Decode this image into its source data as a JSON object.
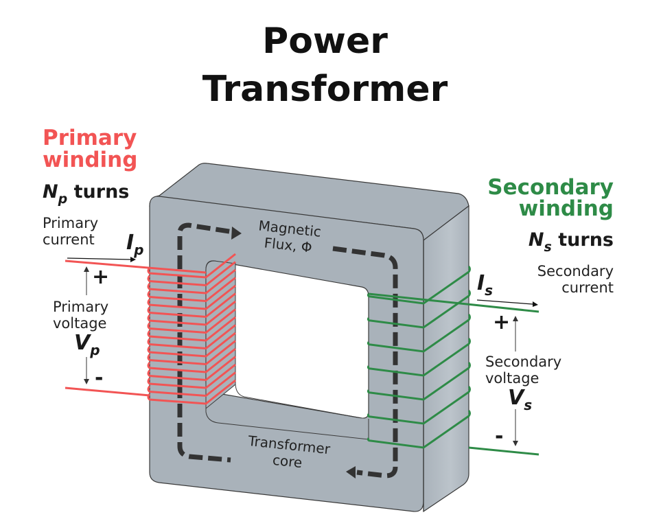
{
  "title": {
    "line1": "Power",
    "line2": "Transformer"
  },
  "primary": {
    "heading_line1": "Primary",
    "heading_line2": "winding",
    "turns_symbol": "N",
    "turns_sub": "p",
    "turns_text": "turns",
    "current_label_line1": "Primary",
    "current_label_line2": "current",
    "current_symbol": "I",
    "current_sub": "p",
    "voltage_label_line1": "Primary",
    "voltage_label_line2": "voltage",
    "voltage_symbol": "V",
    "voltage_sub": "p",
    "plus": "+",
    "minus": "-",
    "color": "#f25454",
    "coil_turns_drawn": 17
  },
  "secondary": {
    "heading_line1": "Secondary",
    "heading_line2": "winding",
    "turns_symbol": "N",
    "turns_sub": "s",
    "turns_text": "turns",
    "current_label_line1": "Secondary",
    "current_label_line2": "current",
    "current_symbol": "I",
    "current_sub": "s",
    "voltage_label_line1": "Secondary",
    "voltage_label_line2": "voltage",
    "voltage_symbol": "V",
    "voltage_sub": "s",
    "plus": "+",
    "minus": "-",
    "color": "#2e8b47",
    "coil_turns_drawn": 7
  },
  "core": {
    "flux_label_line1": "Magnetic",
    "flux_label_line2": "Flux, Φ",
    "core_label_line1": "Transformer",
    "core_label_line2": "core",
    "color": "#a9b2ba"
  }
}
